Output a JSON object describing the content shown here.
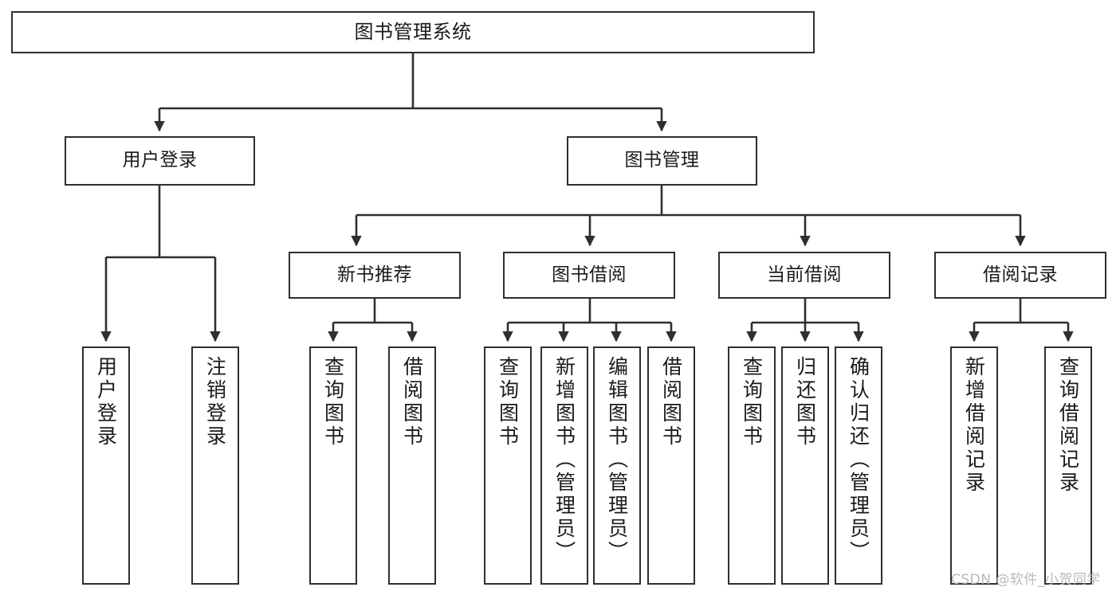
{
  "diagram": {
    "title": "图书管理系统",
    "type": "hierarchy-tree",
    "root": {
      "label": "图书管理系统",
      "name": "node-root-system"
    },
    "level2": [
      {
        "label": "用户登录",
        "name": "node-user-login"
      },
      {
        "label": "图书管理",
        "name": "node-book-management"
      }
    ],
    "level3": [
      {
        "label": "新书推荐",
        "name": "node-new-book-recommend"
      },
      {
        "label": "图书借阅",
        "name": "node-book-borrow"
      },
      {
        "label": "当前借阅",
        "name": "node-current-borrow"
      },
      {
        "label": "借阅记录",
        "name": "node-borrow-record"
      }
    ],
    "leaves": {
      "user_login": [
        {
          "label": "用户登录",
          "name": "leaf-user-login"
        },
        {
          "label": "注销登录",
          "name": "leaf-logout-login"
        }
      ],
      "new_book_recommend": [
        {
          "label": "查询图书",
          "name": "leaf-query-book-1"
        },
        {
          "label": "借阅图书",
          "name": "leaf-borrow-book-1"
        }
      ],
      "book_borrow": [
        {
          "label": "查询图书",
          "name": "leaf-query-book-2"
        },
        {
          "label": "新增图书（管理员）",
          "name": "leaf-add-book-admin"
        },
        {
          "label": "编辑图书（管理员）",
          "name": "leaf-edit-book-admin"
        },
        {
          "label": "借阅图书",
          "name": "leaf-borrow-book-2"
        }
      ],
      "current_borrow": [
        {
          "label": "查询图书",
          "name": "leaf-query-book-3"
        },
        {
          "label": "归还图书",
          "name": "leaf-return-book"
        },
        {
          "label": "确认归还（管理员）",
          "name": "leaf-confirm-return-admin"
        }
      ],
      "borrow_record": [
        {
          "label": "新增借阅记录",
          "name": "leaf-add-borrow-record"
        },
        {
          "label": "查询借阅记录",
          "name": "leaf-query-borrow-record"
        }
      ]
    },
    "colors": {
      "stroke": "#2f2f2f",
      "fill": "#ffffff",
      "text": "#1a1a1a",
      "watermark": "#b9b9b9"
    }
  },
  "watermark": {
    "text": "CSDN @软件_小贺同学"
  }
}
